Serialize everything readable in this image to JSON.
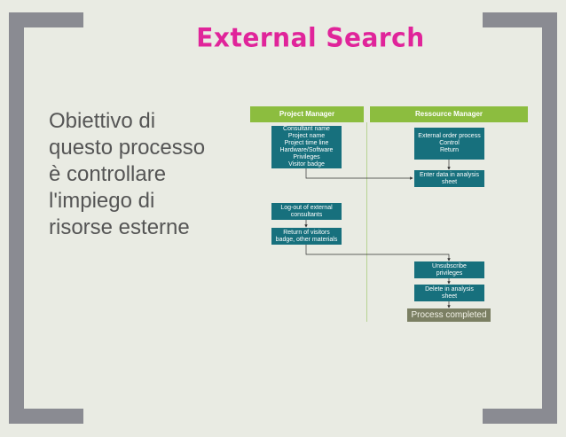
{
  "slide": {
    "title": "External Search",
    "body_lines": [
      "Obiettivo di",
      "questo processo",
      "è controllare",
      "l'impiego di",
      "risorse esterne"
    ]
  },
  "diagram": {
    "lanes": [
      {
        "label": "Project Manager"
      },
      {
        "label": "Ressource Manager"
      }
    ],
    "steps": {
      "consultant_info": [
        "Consultant name",
        "Project name",
        "Project time line",
        "Hardware/Software",
        "Privileges",
        "Visitor badge"
      ],
      "external_order": [
        "External order process",
        "Control",
        "Return"
      ],
      "enter_data": [
        "Enter data in analysis",
        "sheet"
      ],
      "logout": [
        "Log-out of external",
        "consultants"
      ],
      "return_badge": [
        "Return of visitors",
        "badge, other materials"
      ],
      "unsubscribe": [
        "Unsubscribe",
        "privileges"
      ],
      "delete": [
        "Delete in analysis",
        "sheet"
      ],
      "completed": "Process completed"
    },
    "colors": {
      "lane_header": "#8cbd3f",
      "step_box": "#17707d",
      "terminal_box": "#7b7f63",
      "title": "#e0249a"
    }
  }
}
